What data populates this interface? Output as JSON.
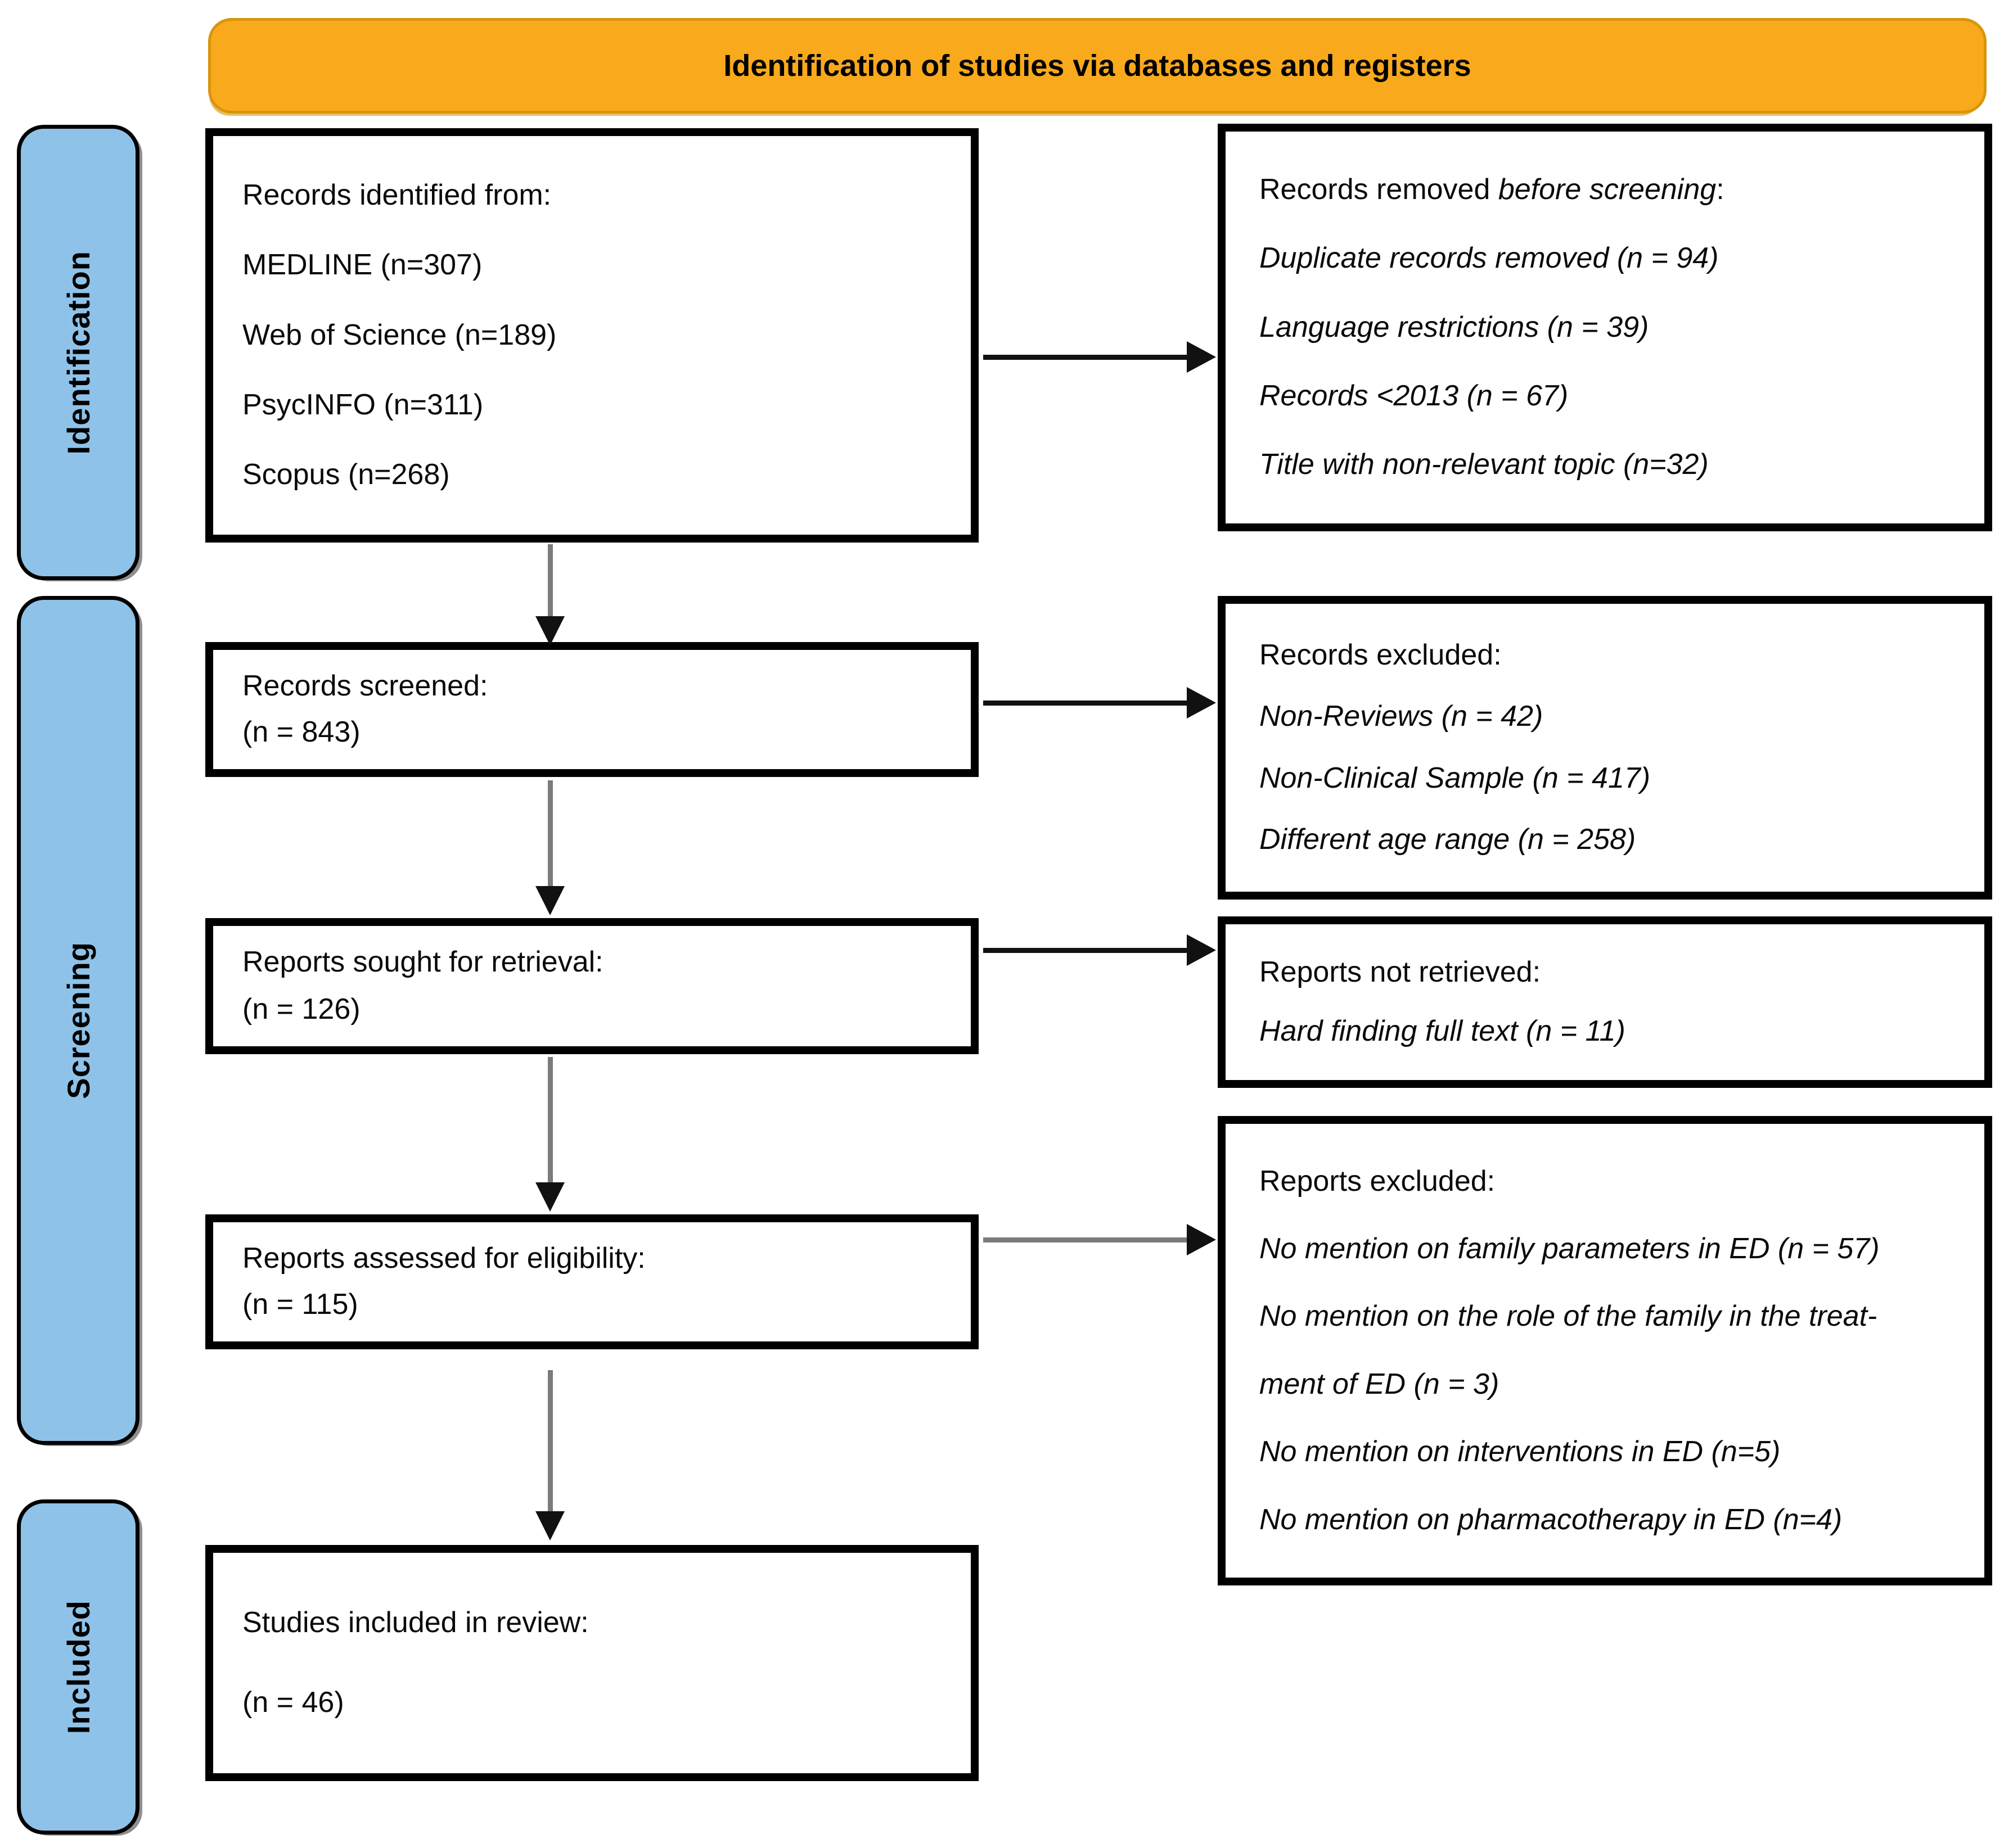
{
  "banner": {
    "title": "Identification of studies via databases and registers"
  },
  "stages": [
    {
      "label": "Identification"
    },
    {
      "label": "Screening"
    },
    {
      "label": "Included"
    }
  ],
  "main_boxes": [
    {
      "lines": [
        "Records identified from:",
        "MEDLINE (n=307)",
        "Web of Science (n=189)",
        "PsycINFO (n=311)",
        "Scopus (n=268)"
      ]
    },
    {
      "lines": [
        "Records screened:",
        "(n = 843)"
      ]
    },
    {
      "lines": [
        "Reports sought for retrieval:",
        "(n = 126)"
      ]
    },
    {
      "lines": [
        "Reports assessed for eligibility:",
        "(n = 115)"
      ]
    },
    {
      "lines": [
        "Studies included in review:",
        "(n = 46)"
      ]
    }
  ],
  "side_boxes": [
    {
      "title_prefix": "Records removed ",
      "title_italic": "before screening",
      "title_suffix": ":",
      "items": [
        "Duplicate records removed (n = 94)",
        "Language restrictions (n = 39)",
        "Records <2013 (n = 67)",
        "Title with non-relevant topic (n=32)"
      ]
    },
    {
      "title_prefix": "Records excluded:",
      "title_italic": "",
      "title_suffix": "",
      "items": [
        "Non-Reviews (n = 42)",
        "Non-Clinical Sample (n = 417)",
        "Different age range (n = 258)"
      ]
    },
    {
      "title_prefix": "Reports not retrieved:",
      "title_italic": "",
      "title_suffix": "",
      "items": [
        "Hard finding full text (n = 11)"
      ]
    },
    {
      "title_prefix": "Reports excluded:",
      "title_italic": "",
      "title_suffix": "",
      "items": [
        "No mention on family parameters in ED (n = 57)",
        "No mention on the role of the family in the treat-",
        "ment of ED (n = 3)",
        "No mention on interventions in ED (n=5)",
        "No mention on pharmacotherapy in ED (n=4)"
      ]
    }
  ],
  "colors": {
    "banner_bg": "#F9A91C",
    "banner_border": "#D8950A",
    "stage_bg": "#8FC2E8",
    "box_border": "#000000",
    "arrow_gray": "#7B7B7B",
    "arrow_black": "#111111"
  }
}
